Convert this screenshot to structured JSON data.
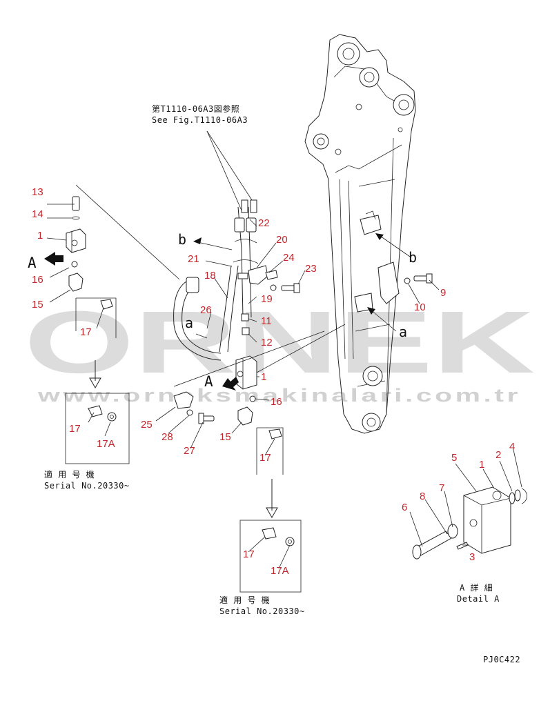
{
  "reference_note": {
    "line_jp": "第T1110-06A3図参照",
    "line_en": "See Fig.T1110-06A3"
  },
  "serial_note_left": {
    "line_jp": "適 用 号 機",
    "line_en": "Serial No.20330~"
  },
  "serial_note_bottom": {
    "line_jp": "適 用 号 機",
    "line_en": "Serial No.20330~"
  },
  "detail_a": {
    "line_jp": "A 詳 細",
    "line_en": "Detail A"
  },
  "figure_code": "PJ0C422",
  "view_labels": {
    "A1": "A",
    "A2": "A",
    "a1": "a",
    "a2": "a",
    "b1": "b",
    "b2": "b"
  },
  "callouts": [
    "13",
    "14",
    "1",
    "16",
    "15",
    "17",
    "17",
    "17A",
    "22",
    "20",
    "21",
    "24",
    "23",
    "18",
    "19",
    "26",
    "11",
    "12",
    "9",
    "10",
    "1",
    "16",
    "15",
    "17",
    "25",
    "28",
    "27",
    "17",
    "17A",
    "5",
    "1",
    "2",
    "4",
    "7",
    "8",
    "6",
    "3"
  ],
  "watermark": {
    "brand": "ORNEK",
    "url": "www.orneksmakinalari.com.tr"
  }
}
